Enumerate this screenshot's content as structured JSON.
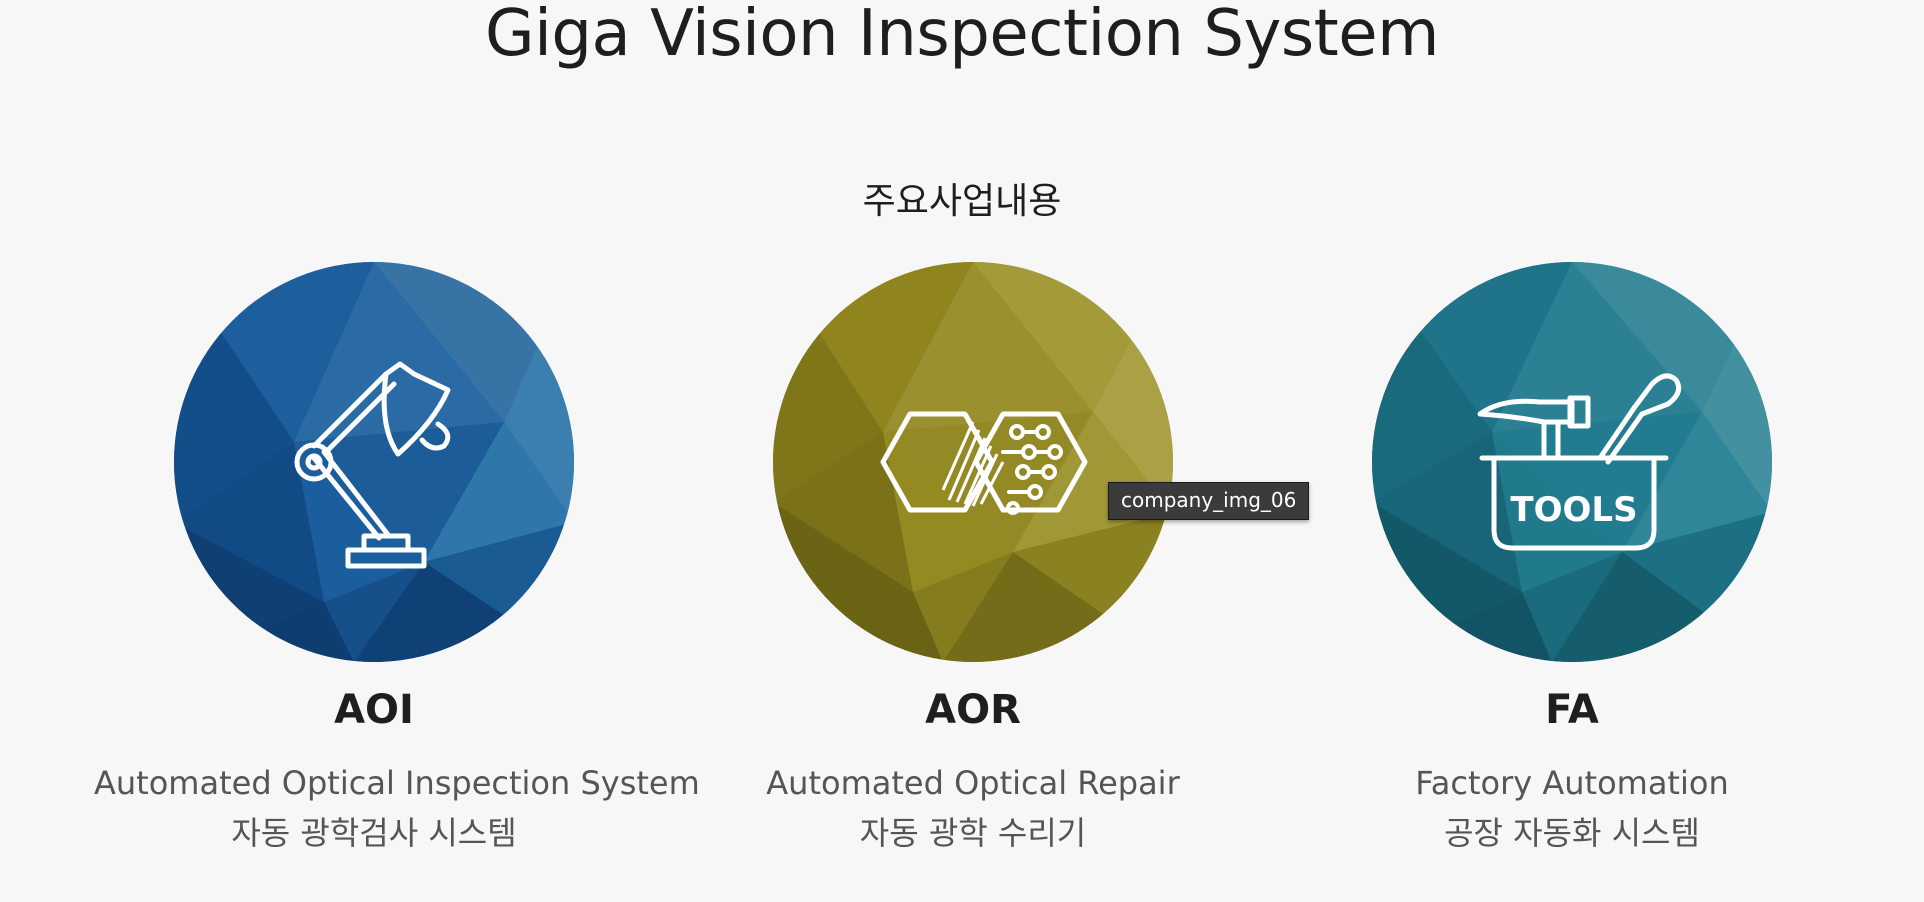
{
  "page": {
    "title": "Giga Vision Inspection System",
    "section_title": "주요사업내용"
  },
  "cards": [
    {
      "id": "aoi",
      "icon": "desk-lamp-icon",
      "color": "#1a5e9e",
      "name": "AOI",
      "desc_en": "Automated Optical Inspection System",
      "desc_ko": "자동 광학검사 시스템"
    },
    {
      "id": "aor",
      "icon": "hexagon-circuit-icon",
      "color": "#948a22",
      "name": "AOR",
      "desc_en": "Automated Optical Repair",
      "desc_ko": "자동 광학 수리기"
    },
    {
      "id": "fa",
      "icon": "toolbox-icon",
      "color": "#217a8c",
      "name": "FA",
      "desc_en": "Factory Automation",
      "desc_ko": "공장 자동화 시스템"
    }
  ],
  "tooltip": {
    "text": "company_img_06"
  },
  "icon_labels": {
    "tools": "TOOLS"
  }
}
